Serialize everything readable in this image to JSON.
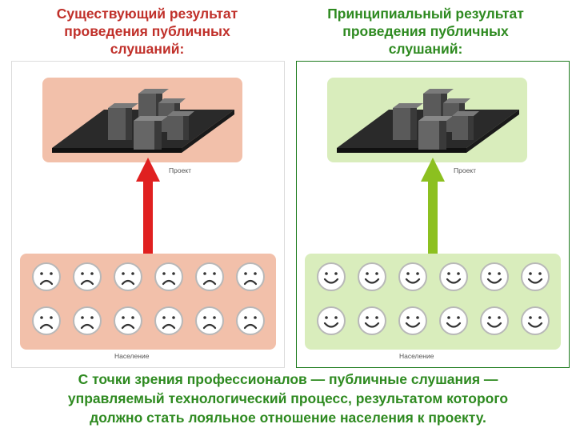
{
  "left": {
    "title_lines": [
      "Существующий результат",
      "проведения публичных",
      "слушаний:"
    ],
    "project_label": "Проект",
    "population_label": "Население",
    "face_mood": "sad",
    "arrow_color": "#e02020",
    "box_color": "#f2c0aa"
  },
  "right": {
    "title_lines": [
      "Принципиальный результат",
      "проведения публичных",
      "слушаний:"
    ],
    "project_label": "Проект",
    "population_label": "Население",
    "face_mood": "happy",
    "arrow_color": "#8cc020",
    "box_color": "#d9edbc"
  },
  "caption_lines": [
    "С точки зрения профессионалов — публичные слушания —",
    "управляемый технологический процесс, результатом которого",
    "должно стать лояльное отношение населения к проекту."
  ],
  "colors": {
    "left_title": "#c0302a",
    "right_title": "#2e8a20",
    "caption": "#2e8a20"
  }
}
